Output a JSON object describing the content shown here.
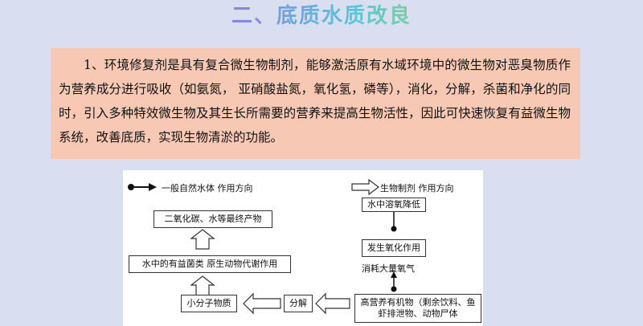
{
  "title": "二、底质水质改良",
  "paragraph": "1、环境修复剂是具有复合微生物制剂，能够激活原有水域环境中的微生物对恶臭物质作为营养成分进行吸收（如氨氮，  亚硝酸盐氮，氧化氢，磷等），消化，分解，杀菌和净化的同时，引入多种特效微生物及其生长所需要的营养来提高生物活性，因此可快速恢复有益微生物系统，改善底质，实现生物清淤的功能。",
  "diagram": {
    "legend_natural": "一般自然水体   作用方向",
    "legend_bio": "生物制剂   作用方向",
    "box_co2": "二氧化碳、水等最终产物",
    "box_bacteria": "水中的有益菌类   原生动物代谢作用",
    "box_small": "小分子物质",
    "box_decompose": "分解",
    "box_organic": "高营养有机物（剩余饮料、鱼虾排泄物、动物尸体",
    "box_oxygen_drop": "水中溶氧降低",
    "box_oxidation": "发生氧化作用",
    "label_consume": "消耗大量氧气"
  }
}
